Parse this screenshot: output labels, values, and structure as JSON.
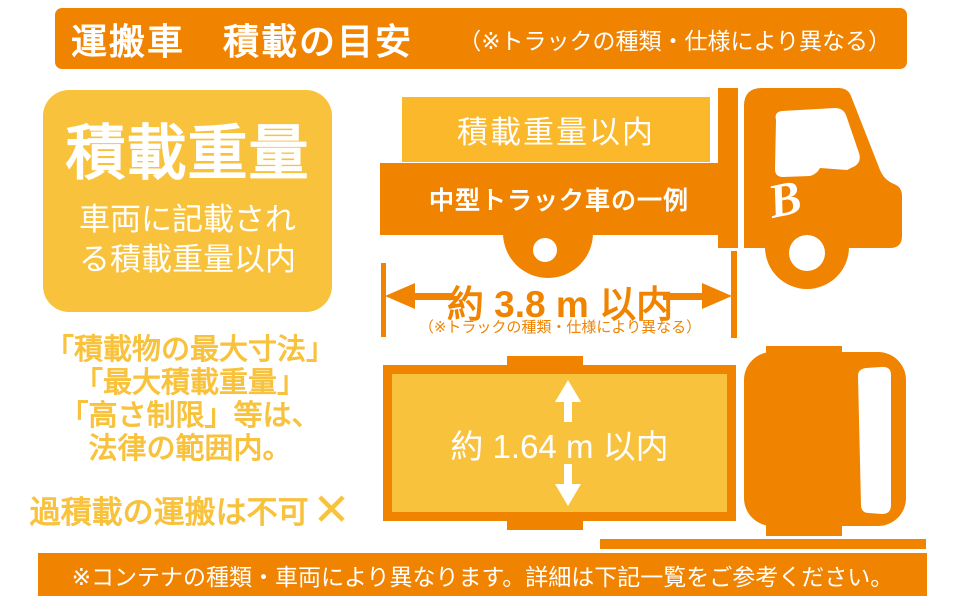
{
  "colors": {
    "orange": "#F08300",
    "yellow": "#F8C23C",
    "amber": "#FAB82A",
    "text_on_color": "#FFFFFF"
  },
  "header": {
    "title": "運搬車　積載の目安",
    "note": "（※トラックの種類・仕様により異なる）"
  },
  "weight_box": {
    "title": "積載重量",
    "desc_line1": "車両に記載され",
    "desc_line2": "る積載重量以内"
  },
  "side_truck": {
    "cargo_label": "積載重量以内",
    "bed_label": "中型トラック車の一例",
    "logo": "B"
  },
  "width_dimension": {
    "value": "約 3.8 m 以内",
    "note": "（※トラックの種類・仕様により異なる）"
  },
  "height_dimension": {
    "value": "約 1.64 m 以内"
  },
  "rules": {
    "lines": [
      "「積載物の最大寸法」",
      "「最大積載重量」",
      "「高さ制限」等は、",
      "法律の範囲内。"
    ],
    "overload_text": "過積載の運搬は不可",
    "cross_mark": "✕"
  },
  "footer": {
    "text": "※コンテナの種類・車両により異なります。詳細は下記一覧をご参考ください。"
  }
}
